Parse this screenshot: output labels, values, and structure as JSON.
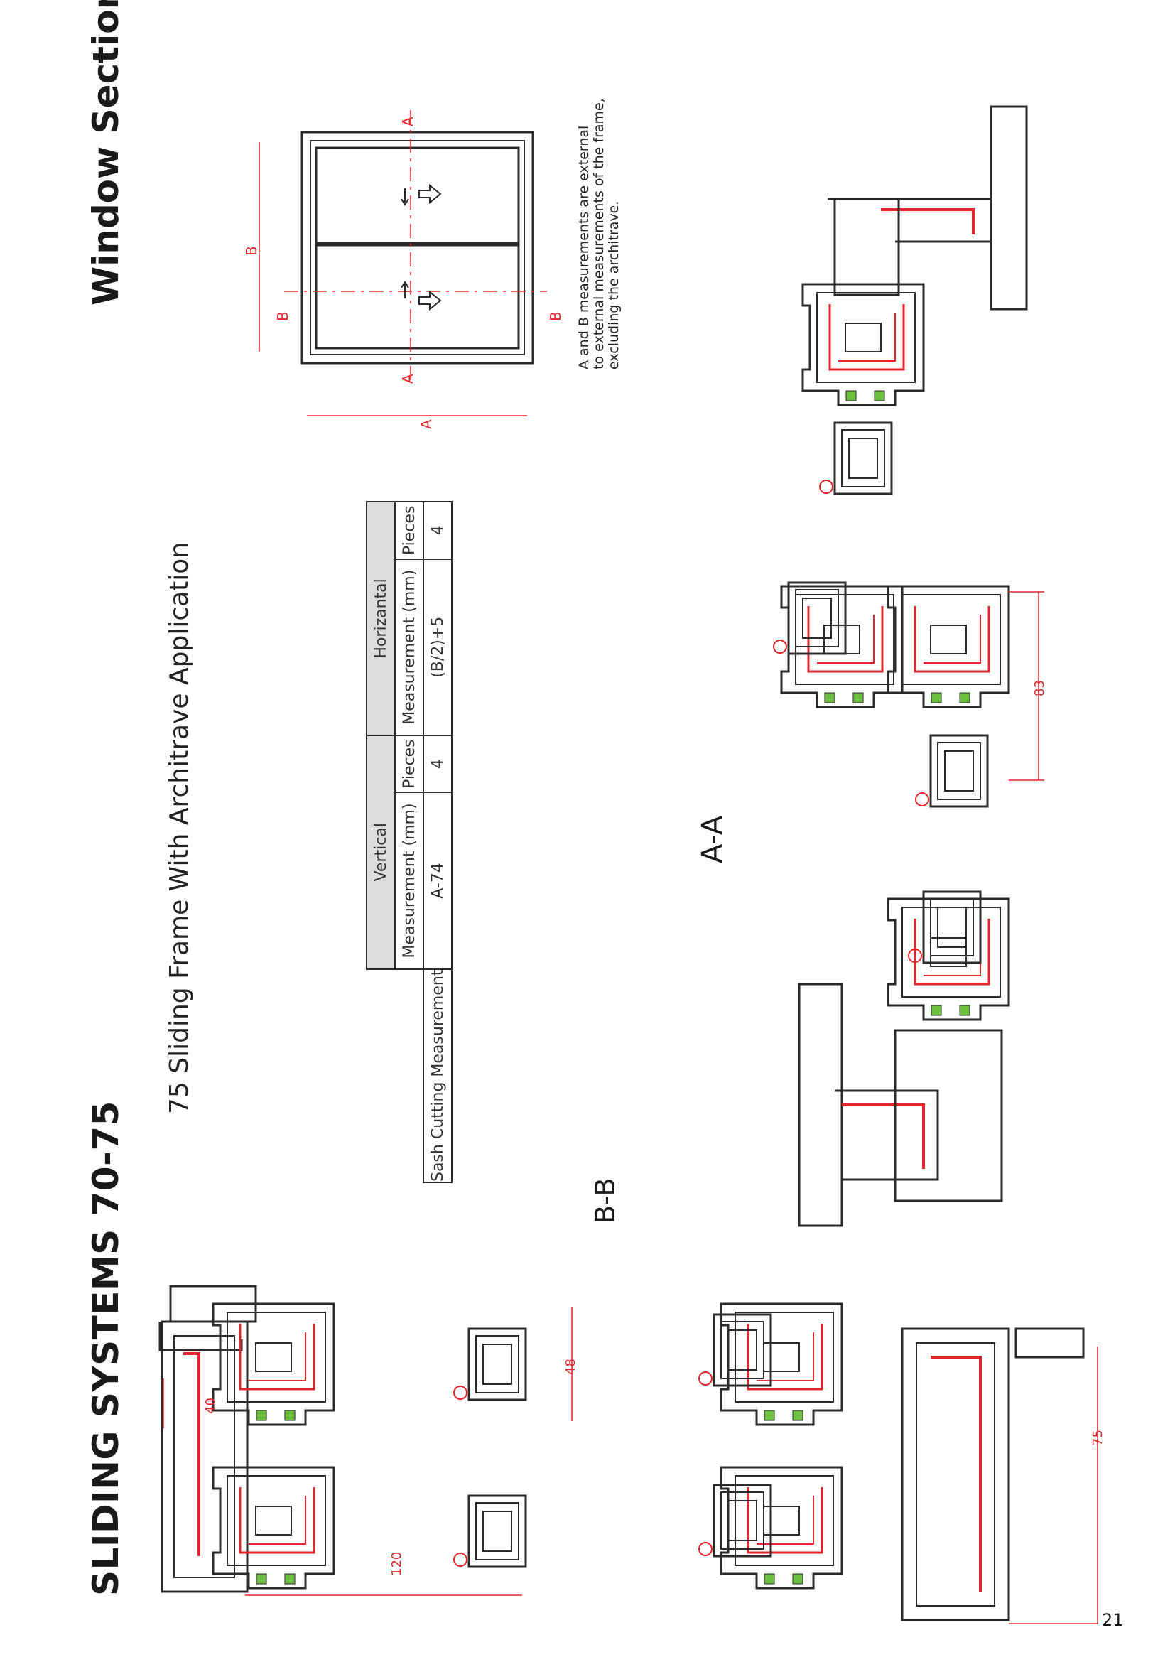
{
  "header": {
    "title": "SLIDING SYSTEMS 70-75",
    "section_title": "Window Sections"
  },
  "subtitle": "75 Sliding Frame With Architrave Application",
  "cutting_table": {
    "groups": [
      "Vertical",
      "Horizantal"
    ],
    "column_headers": [
      "Measurement (mm)",
      "Pieces",
      "Measurement (mm)",
      "Pieces"
    ],
    "row_label": "Sash Cutting Measurement",
    "row_values": [
      "A-74",
      "4",
      "(B/2)+5",
      "4"
    ]
  },
  "sections": {
    "bb_label": "B-B",
    "aa_label": "A-A"
  },
  "window_diagram": {
    "section_marks": [
      "A",
      "A",
      "B",
      "B"
    ],
    "dimension_labels": [
      "A",
      "B"
    ]
  },
  "note": [
    "A and B measurements  are external",
    "to external measurements of the frame,",
    "excluding the architrave."
  ],
  "dimensions": {
    "d120": "120",
    "d40": "40",
    "d48": "48",
    "d75": "75",
    "d83": "83"
  },
  "page_number": "21",
  "colors": {
    "profile_stroke": "#2b2b2b",
    "reinforcement": "#e3262c",
    "gasket": "#6cbf3f",
    "dimension_line": "#e3262c",
    "table_header_bg": "#dcdcdc"
  }
}
